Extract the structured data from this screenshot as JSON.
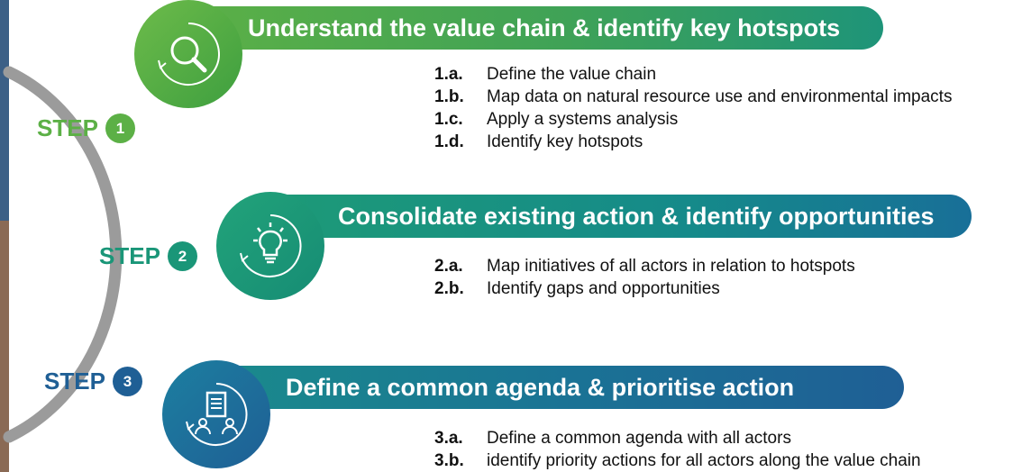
{
  "colors": {
    "green": "#5cb046",
    "teal": "#1a9678",
    "blue": "#1f5f95",
    "arc": "#9b9b9b"
  },
  "steps": [
    {
      "step_word": "STEP",
      "number": "1",
      "icon": "magnifier-icon",
      "title": "Understand the value chain & identify key hotspots",
      "items": [
        {
          "code": "1.a.",
          "text": "Define the value chain"
        },
        {
          "code": "1.b.",
          "text": "Map data on natural resource use and environmental impacts"
        },
        {
          "code": "1.c.",
          "text": "Apply a systems analysis"
        },
        {
          "code": "1.d.",
          "text": "Identify key hotspots"
        }
      ]
    },
    {
      "step_word": "STEP",
      "number": "2",
      "icon": "lightbulb-icon",
      "title": "Consolidate existing action & identify opportunities",
      "items": [
        {
          "code": "2.a.",
          "text": "Map initiatives of all actors in relation to hotspots"
        },
        {
          "code": "2.b.",
          "text": "Identify gaps and opportunities"
        }
      ]
    },
    {
      "step_word": "STEP",
      "number": "3",
      "icon": "document-people-icon",
      "title": "Define a common agenda & prioritise action",
      "items": [
        {
          "code": "3.a.",
          "text": "Define a common agenda with all actors"
        },
        {
          "code": "3.b.",
          "text": "identify priority actions for all actors along the value chain"
        }
      ]
    }
  ]
}
